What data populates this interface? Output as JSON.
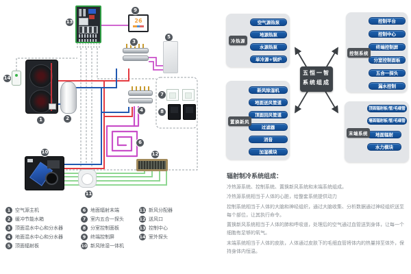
{
  "left_panel": {
    "monitor_value": "26",
    "legend": [
      {
        "n": "1",
        "label": "空气源主机"
      },
      {
        "n": "2",
        "label": "缓冲节能水箱"
      },
      {
        "n": "3",
        "label": "顶面混水中心和分水器"
      },
      {
        "n": "4",
        "label": "地面混水中心和分水器"
      },
      {
        "n": "5",
        "label": "顶面辐射板"
      },
      {
        "n": "6",
        "label": "地面辐射末端"
      },
      {
        "n": "7",
        "label": "室内五合一探头"
      },
      {
        "n": "8",
        "label": "分室控制面板"
      },
      {
        "n": "9",
        "label": "终端控制屏"
      },
      {
        "n": "10",
        "label": "新风除湿一体机"
      },
      {
        "n": "11",
        "label": "新风分配器"
      },
      {
        "n": "12",
        "label": "送风口"
      },
      {
        "n": "13",
        "label": "控制中心"
      },
      {
        "n": "14",
        "label": "室外探头"
      }
    ]
  },
  "right_panel": {
    "center_node": {
      "line1": "五恒一智",
      "line2": "系统组成"
    },
    "groups": [
      {
        "label": "冷热源",
        "items": [
          "空气源热泵",
          "地源热泵",
          "水源热泵",
          "单冷源+锅炉"
        ]
      },
      {
        "label": "控制系统",
        "items": [
          "控制平台",
          "控制中心",
          "终端控制屏",
          "分室控制面板",
          "五合一探头",
          "漏水控制"
        ]
      },
      {
        "label": "置换新风",
        "items": [
          "新风除湿机",
          "地面送风管道",
          "顶面回风管道",
          "过滤器",
          "消音",
          "加湿模块"
        ]
      },
      {
        "label": "末端系统",
        "items": [
          "顶面辐射板/管/毛细管",
          "墙面辐射板/管/毛细管",
          "地面辐射",
          "水力模块"
        ]
      }
    ],
    "description": {
      "heading": "辐射制冷系统组成：",
      "lines": [
        "冷热源系统、控制系统、置换新风系统和末端系统组成。",
        "冷热源系统相当于人体的心脏，给整套系统提供动力",
        "控制系统相当于人体的大脑和神经组织，通过大脑收集、分析数据通过神经组织送至每个部位，让其执行命令。",
        "置换新风系统相当于人体的肺和呼吸道，处理后的空气通过血管送到身体，让每一个细胞有足够的氧气。",
        "末端系统相当于人体的皮肤，人体通过皮肤下的毛细血管将体内的热量排至体外，保持身体内恒温。"
      ]
    }
  },
  "colors": {
    "pill_blue": "#16549e",
    "node_gray": "#3f4449",
    "pipe_red": "#e4393f",
    "pipe_blue": "#2058b0",
    "pipe_magenta": "#c94fc9",
    "duct_green": "#8fd792",
    "dash_gray": "#9aa0a6"
  }
}
